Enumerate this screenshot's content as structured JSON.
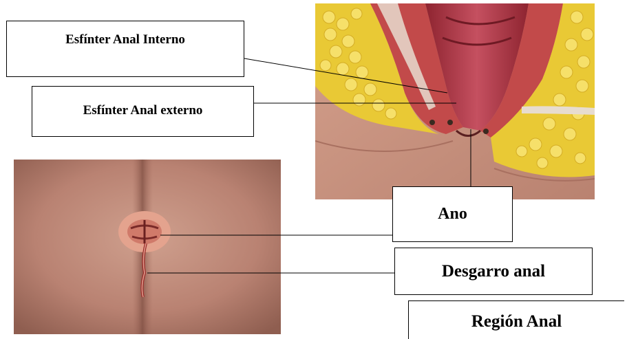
{
  "labels": {
    "internal_sphincter": "Esfínter Anal Interno",
    "external_sphincter": "Esfínter Anal externo",
    "anus": "Ano",
    "anal_tear": "Desgarro anal",
    "anal_region": "Región Anal"
  },
  "colors": {
    "fat": "#eed23a",
    "muscle": "#c24a4a",
    "skin": "#c89484",
    "mucosa": "#a8343f",
    "photo_skin": "#c08876",
    "lines": "#000000"
  }
}
